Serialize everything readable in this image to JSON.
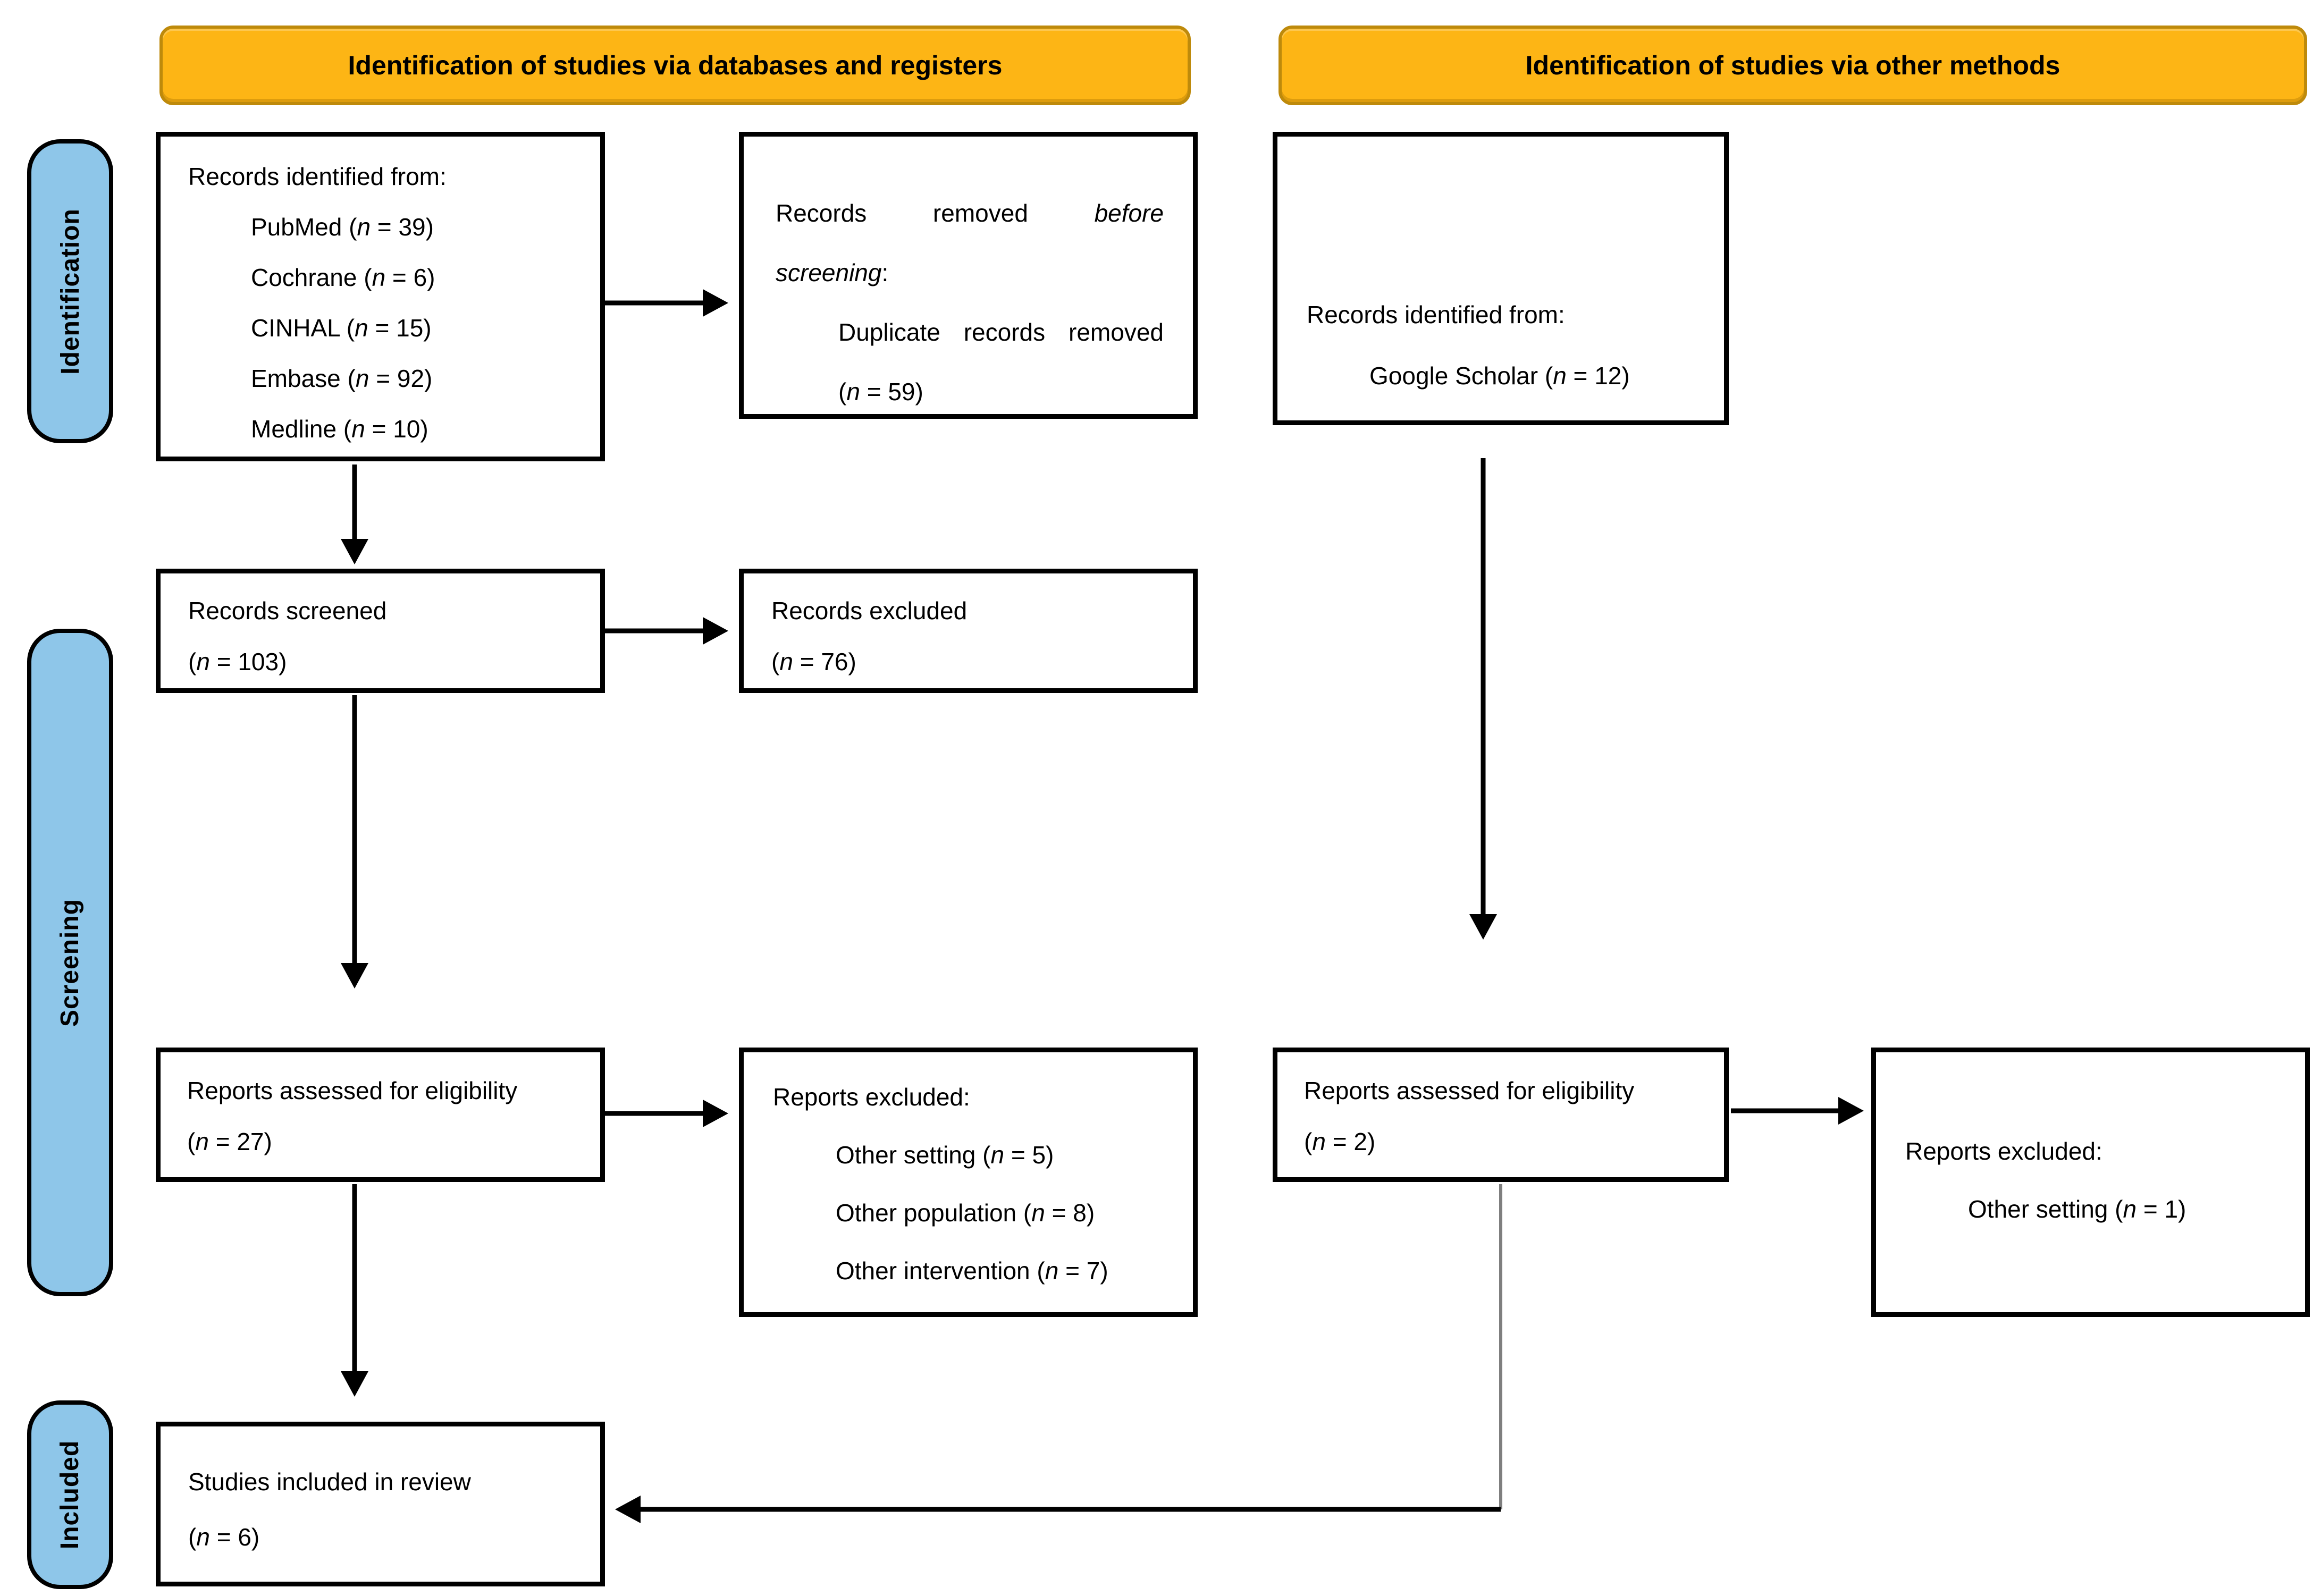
{
  "colors": {
    "banner_fill": "#FDB515",
    "banner_border": "#BE8A0B",
    "sidebar_fill": "#8EC6E9",
    "box_border": "#000000",
    "arrow": "#000000",
    "connector_gray": "#7F7F7F"
  },
  "banners": {
    "databases": "Identification of studies via databases and registers",
    "other_methods": "Identification of studies via other methods"
  },
  "sidebar": {
    "identification": "Identification",
    "screening": "Screening",
    "included": "Included"
  },
  "boxes": {
    "records_identified_databases": {
      "lines": [
        {
          "parts": [
            {
              "t": "Records identified from:"
            }
          ]
        },
        {
          "indent": true,
          "parts": [
            {
              "t": "PubMed ("
            },
            {
              "t": "n",
              "i": true
            },
            {
              "t": " = 39)"
            }
          ]
        },
        {
          "indent": true,
          "parts": [
            {
              "t": "Cochrane ("
            },
            {
              "t": "n",
              "i": true
            },
            {
              "t": " = 6)"
            }
          ]
        },
        {
          "indent": true,
          "parts": [
            {
              "t": "CINHAL ("
            },
            {
              "t": "n",
              "i": true
            },
            {
              "t": " = 15)"
            }
          ]
        },
        {
          "indent": true,
          "parts": [
            {
              "t": "Embase ("
            },
            {
              "t": "n",
              "i": true
            },
            {
              "t": " = 92)"
            }
          ]
        },
        {
          "indent": true,
          "parts": [
            {
              "t": "Medline ("
            },
            {
              "t": "n",
              "i": true
            },
            {
              "t": " = 10)"
            }
          ]
        }
      ]
    },
    "records_removed_before_screening": {
      "lines": [
        {
          "jlast": true,
          "parts": [
            {
              "t": "Records removed "
            },
            {
              "t": "before",
              "i": true
            }
          ]
        },
        {
          "parts": [
            {
              "t": "screening",
              "i": true
            },
            {
              "t": ":"
            }
          ]
        },
        {
          "jlast": true,
          "indent": true,
          "parts": [
            {
              "t": "Duplicate records removed"
            }
          ]
        },
        {
          "indent": true,
          "parts": [
            {
              "t": "("
            },
            {
              "t": "n",
              "i": true
            },
            {
              "t": " = 59)"
            }
          ]
        }
      ]
    },
    "records_identified_other": {
      "lines": [
        {
          "parts": [
            {
              "t": "Records identified from:"
            }
          ]
        },
        {
          "indent": true,
          "parts": [
            {
              "t": "Google Scholar ("
            },
            {
              "t": "n",
              "i": true
            },
            {
              "t": " = 12)"
            }
          ]
        }
      ]
    },
    "records_screened": {
      "lines": [
        {
          "parts": [
            {
              "t": "Records screened"
            }
          ]
        },
        {
          "parts": [
            {
              "t": "("
            },
            {
              "t": "n",
              "i": true
            },
            {
              "t": " = 103)"
            }
          ]
        }
      ]
    },
    "records_excluded": {
      "lines": [
        {
          "parts": [
            {
              "t": "Records excluded"
            }
          ]
        },
        {
          "parts": [
            {
              "t": "("
            },
            {
              "t": "n",
              "i": true
            },
            {
              "t": " = 76)"
            }
          ]
        }
      ]
    },
    "reports_assessed_databases": {
      "lines": [
        {
          "parts": [
            {
              "t": "Reports assessed for eligibility"
            }
          ]
        },
        {
          "parts": [
            {
              "t": "("
            },
            {
              "t": "n",
              "i": true
            },
            {
              "t": " = 27)"
            }
          ]
        }
      ]
    },
    "reports_excluded_databases": {
      "lines": [
        {
          "parts": [
            {
              "t": "Reports excluded:"
            }
          ]
        },
        {
          "indent": true,
          "parts": [
            {
              "t": "Other setting ("
            },
            {
              "t": "n",
              "i": true
            },
            {
              "t": " = 5)"
            }
          ]
        },
        {
          "indent": true,
          "parts": [
            {
              "t": "Other population ("
            },
            {
              "t": "n",
              "i": true
            },
            {
              "t": " = 8)"
            }
          ]
        },
        {
          "indent": true,
          "parts": [
            {
              "t": "Other intervention ("
            },
            {
              "t": "n",
              "i": true
            },
            {
              "t": " = 7)"
            }
          ]
        }
      ]
    },
    "reports_assessed_other": {
      "lines": [
        {
          "parts": [
            {
              "t": "Reports assessed for eligibility"
            }
          ]
        },
        {
          "parts": [
            {
              "t": "("
            },
            {
              "t": "n",
              "i": true
            },
            {
              "t": " = 2)"
            }
          ]
        }
      ]
    },
    "reports_excluded_other": {
      "lines": [
        {
          "parts": [
            {
              "t": "Reports excluded:"
            }
          ]
        },
        {
          "indent": true,
          "parts": [
            {
              "t": "Other setting ("
            },
            {
              "t": "n",
              "i": true
            },
            {
              "t": " = 1)"
            }
          ]
        }
      ]
    },
    "studies_included": {
      "lines": [
        {
          "parts": [
            {
              "t": "Studies included in review"
            }
          ]
        },
        {
          "parts": [
            {
              "t": "("
            },
            {
              "t": "n",
              "i": true
            },
            {
              "t": " = 6)"
            }
          ]
        }
      ]
    }
  }
}
